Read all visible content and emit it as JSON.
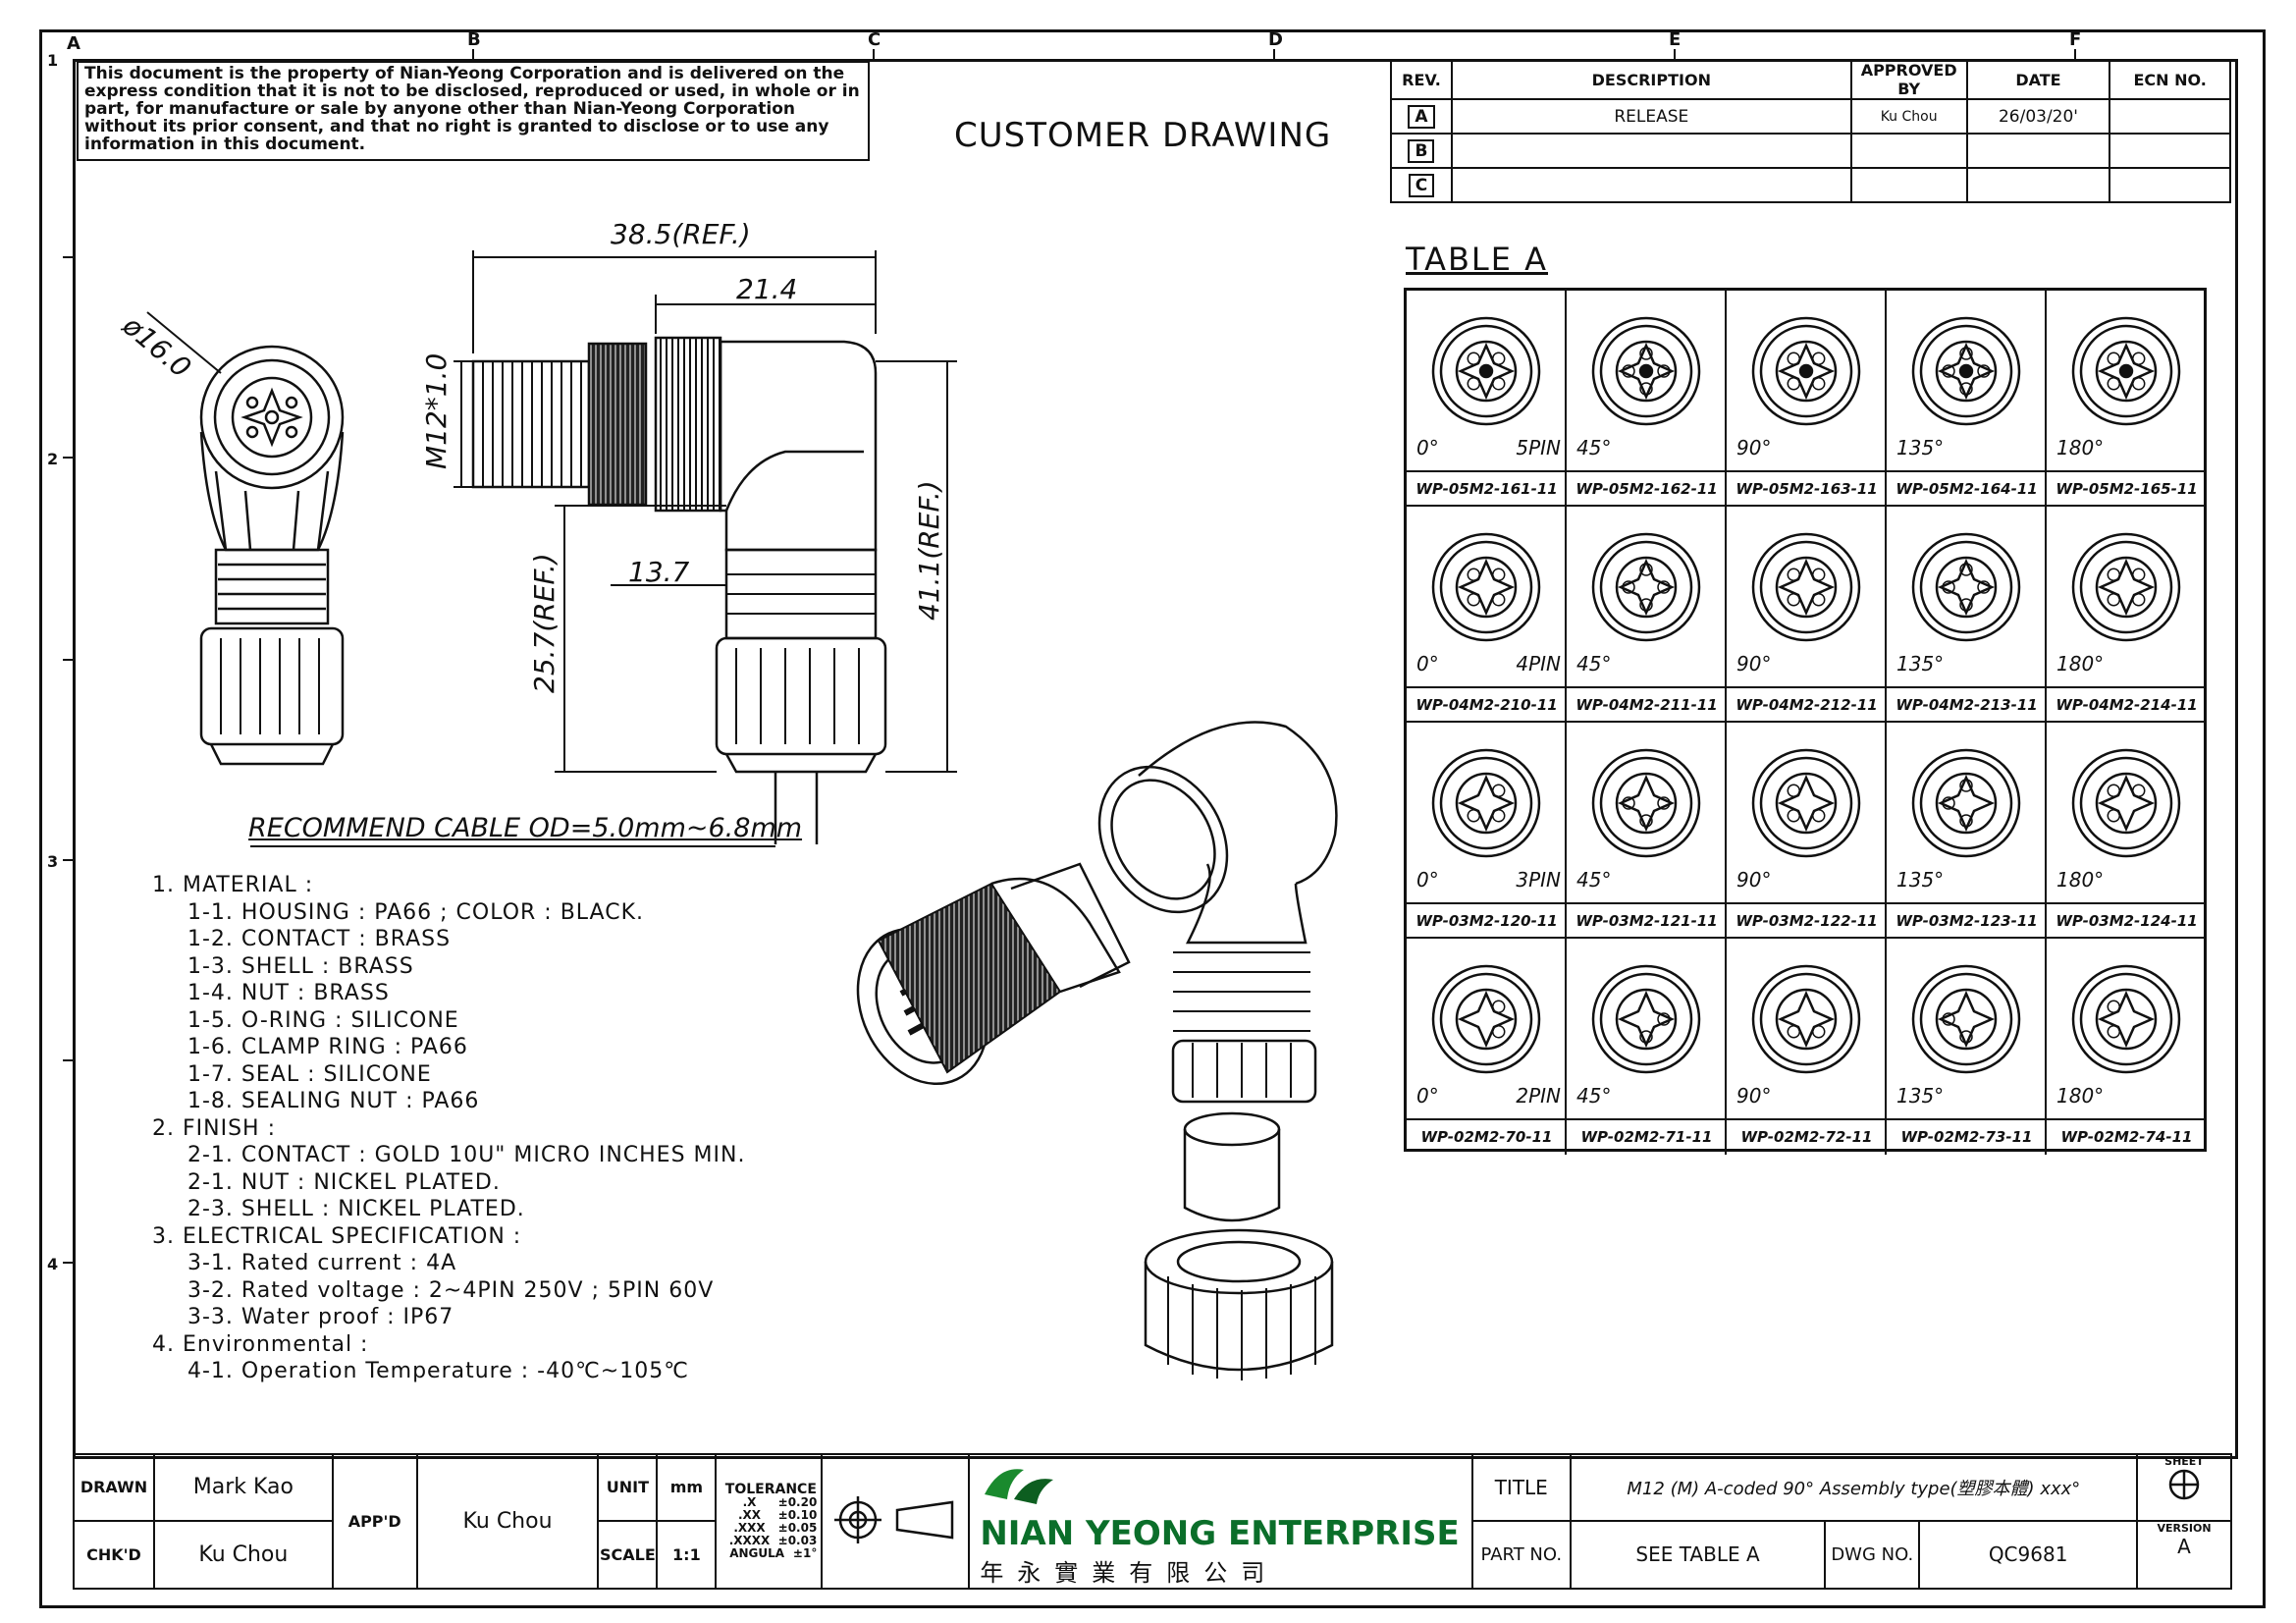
{
  "zones": {
    "letters": [
      "A",
      "B",
      "C",
      "D",
      "E",
      "F"
    ],
    "numbers": [
      "1",
      "2",
      "3",
      "4"
    ]
  },
  "notice": "This document is the property of Nian-Yeong Corporation and is delivered on the express condition that it is not to be disclosed, reproduced or used, in whole or in part, for manufacture or sale by anyone other than Nian-Yeong Corporation without its prior consent, and that no right is granted to disclose or to use any information in this document.",
  "drawing_label": "CUSTOMER DRAWING",
  "revisions": {
    "headers": [
      "REV.",
      "DESCRIPTION",
      "APPROVED BY",
      "DATE",
      "ECN NO."
    ],
    "rows": [
      {
        "rev": "A",
        "description": "RELEASE",
        "approved_by": "Ku Chou",
        "date": "26/03/20'",
        "ecn": ""
      },
      {
        "rev": "B",
        "description": "",
        "approved_by": "",
        "date": "",
        "ecn": ""
      },
      {
        "rev": "C",
        "description": "",
        "approved_by": "",
        "date": "",
        "ecn": ""
      }
    ]
  },
  "table_a": {
    "title": "TABLE A",
    "rows": [
      {
        "pins": "5PIN",
        "cells": [
          {
            "angle": "0°",
            "part": "WP-05M2-161-11"
          },
          {
            "angle": "45°",
            "part": "WP-05M2-162-11"
          },
          {
            "angle": "90°",
            "part": "WP-05M2-163-11"
          },
          {
            "angle": "135°",
            "part": "WP-05M2-164-11"
          },
          {
            "angle": "180°",
            "part": "WP-05M2-165-11"
          }
        ]
      },
      {
        "pins": "4PIN",
        "cells": [
          {
            "angle": "0°",
            "part": "WP-04M2-210-11"
          },
          {
            "angle": "45°",
            "part": "WP-04M2-211-11"
          },
          {
            "angle": "90°",
            "part": "WP-04M2-212-11"
          },
          {
            "angle": "135°",
            "part": "WP-04M2-213-11"
          },
          {
            "angle": "180°",
            "part": "WP-04M2-214-11"
          }
        ]
      },
      {
        "pins": "3PIN",
        "cells": [
          {
            "angle": "0°",
            "part": "WP-03M2-120-11"
          },
          {
            "angle": "45°",
            "part": "WP-03M2-121-11"
          },
          {
            "angle": "90°",
            "part": "WP-03M2-122-11"
          },
          {
            "angle": "135°",
            "part": "WP-03M2-123-11"
          },
          {
            "angle": "180°",
            "part": "WP-03M2-124-11"
          }
        ]
      },
      {
        "pins": "2PIN",
        "cells": [
          {
            "angle": "0°",
            "part": "WP-02M2-70-11"
          },
          {
            "angle": "45°",
            "part": "WP-02M2-71-11"
          },
          {
            "angle": "90°",
            "part": "WP-02M2-72-11"
          },
          {
            "angle": "135°",
            "part": "WP-02M2-73-11"
          },
          {
            "angle": "180°",
            "part": "WP-02M2-74-11"
          }
        ]
      }
    ]
  },
  "dimensions": {
    "overall_length": "38.5(REF.)",
    "nut_length": "21.4",
    "diameter": "ø16.0",
    "thread": "M12*1.0",
    "offset": "13.7",
    "height_lower": "25.7(REF.)",
    "height_total": "41.1(REF.)",
    "cable_note": "RECOMMEND CABLE OD=5.0mm~6.8mm"
  },
  "specs": [
    {
      "title": "1. MATERIAL :",
      "items": [
        "1-1. HOUSING : PA66 ; COLOR : BLACK.",
        "1-2. CONTACT : BRASS",
        "1-3. SHELL : BRASS",
        "1-4. NUT : BRASS",
        "1-5. O-RING : SILICONE",
        "1-6. CLAMP RING : PA66",
        "1-7. SEAL : SILICONE",
        "1-8. SEALING NUT : PA66"
      ]
    },
    {
      "title": "2. FINISH :",
      "items": [
        "2-1. CONTACT : GOLD 10U\" MICRO INCHES MIN.",
        "2-1. NUT : NICKEL PLATED.",
        "2-3. SHELL : NICKEL PLATED."
      ]
    },
    {
      "title": "3. ELECTRICAL SPECIFICATION :",
      "items": [
        "3-1. Rated current : 4A",
        "3-2. Rated voltage : 2~4PIN 250V ; 5PIN 60V",
        "3-3. Water proof : IP67"
      ]
    },
    {
      "title": "4. Environmental :",
      "items": [
        "4-1. Operation Temperature : -40℃~105℃"
      ]
    }
  ],
  "title_block": {
    "drawn_label": "DRAWN",
    "drawn": "Mark Kao",
    "chkd_label": "CHK'D",
    "chkd": "Ku Chou",
    "appd_label": "APP'D",
    "appd": "Ku Chou",
    "unit_label": "UNIT",
    "unit": "mm",
    "scale_label": "SCALE",
    "scale": "1:1",
    "tolerance_label": "TOLERANCE",
    "tolerance": [
      {
        "k": ".X",
        "v": "±0.20"
      },
      {
        "k": ".XX",
        "v": "±0.10"
      },
      {
        "k": ".XXX",
        "v": "±0.05"
      },
      {
        "k": ".XXXX",
        "v": "±0.03"
      },
      {
        "k": "ANGULA",
        "v": "±1°"
      }
    ],
    "company": "NIAN YEONG ENTERPRISE",
    "company_cn": "年永實業有限公司",
    "title_label": "TITLE",
    "title": "M12 (M) A-coded 90° Assembly type(塑膠本體)",
    "title_suffix": "xxx°",
    "part_no_label": "PART NO.",
    "part_no": "SEE TABLE A",
    "dwg_no_label": "DWG NO.",
    "dwg_no": "QC9681",
    "sheet_label": "SHEET",
    "version_label": "VERSION",
    "version": "A"
  }
}
